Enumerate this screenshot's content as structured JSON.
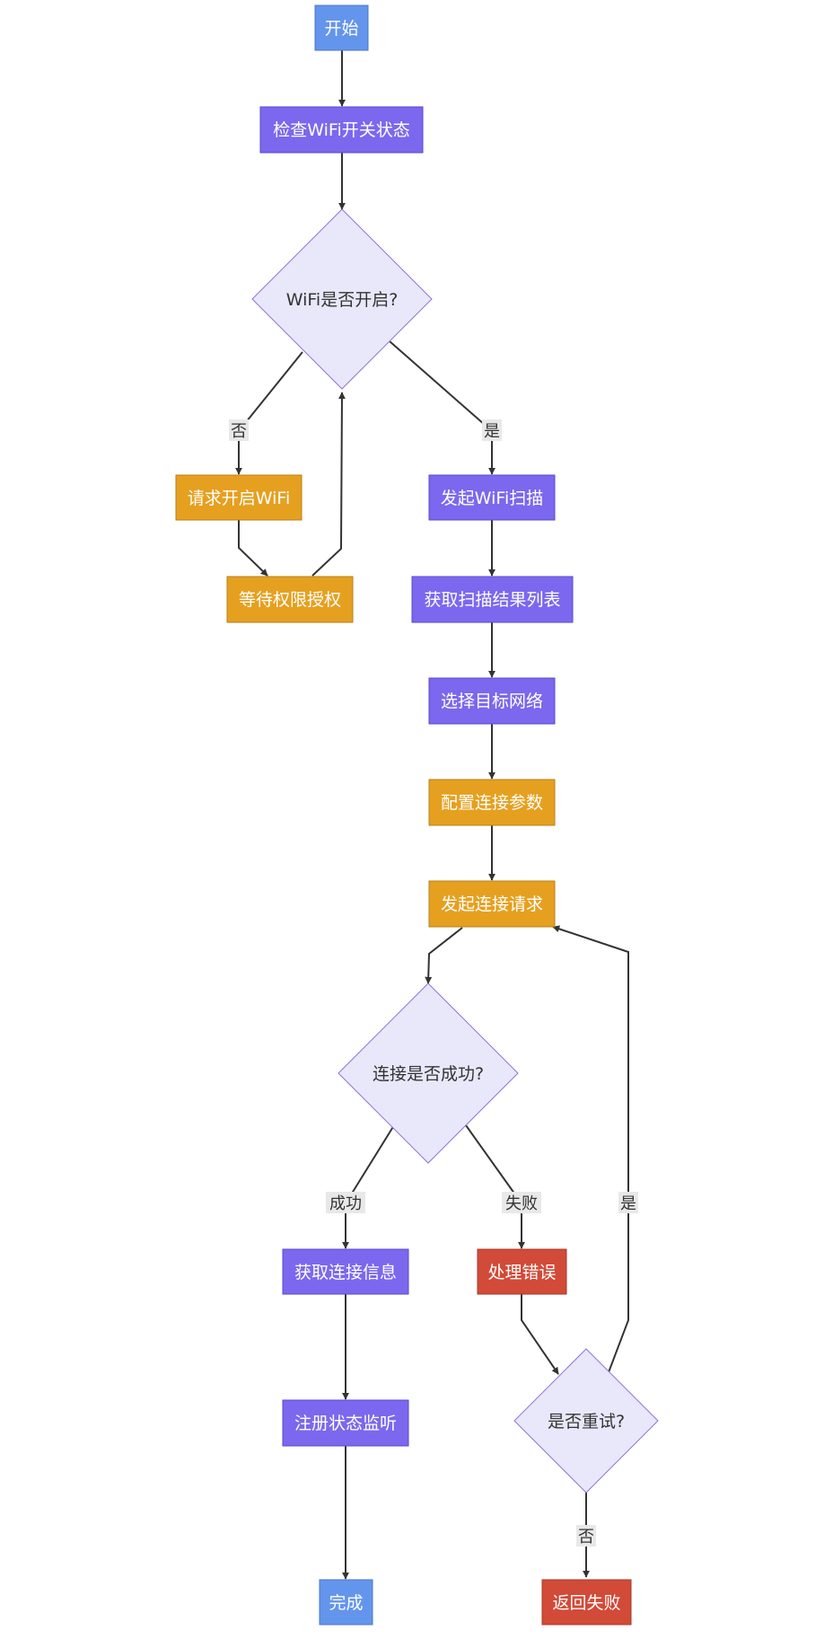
{
  "colors": {
    "start_end": "#6495ed",
    "process": "#7b68ee",
    "user_action": "#e6a020",
    "error": "#d24a38",
    "decision": "#e8e8fa",
    "decision_border": "#9370db",
    "edge": "#333333",
    "label_bg": "#e8e8e8"
  },
  "nodes": {
    "start": "开始",
    "check_switch": "检查WiFi开关状态",
    "wifi_on_q": "WiFi是否开启?",
    "request_enable": "请求开启WiFi",
    "wait_permission": "等待权限授权",
    "start_scan": "发起WiFi扫描",
    "get_results": "获取扫描结果列表",
    "select_network": "选择目标网络",
    "config_params": "配置连接参数",
    "connect_request": "发起连接请求",
    "connected_q": "连接是否成功?",
    "get_conn_info": "获取连接信息",
    "handle_error": "处理错误",
    "register_listener": "注册状态监听",
    "retry_q": "是否重试?",
    "done": "完成",
    "return_fail": "返回失败"
  },
  "edge_labels": {
    "wifi_no": "否",
    "wifi_yes": "是",
    "success": "成功",
    "failure": "失败",
    "retry_yes": "是",
    "retry_no": "否"
  }
}
